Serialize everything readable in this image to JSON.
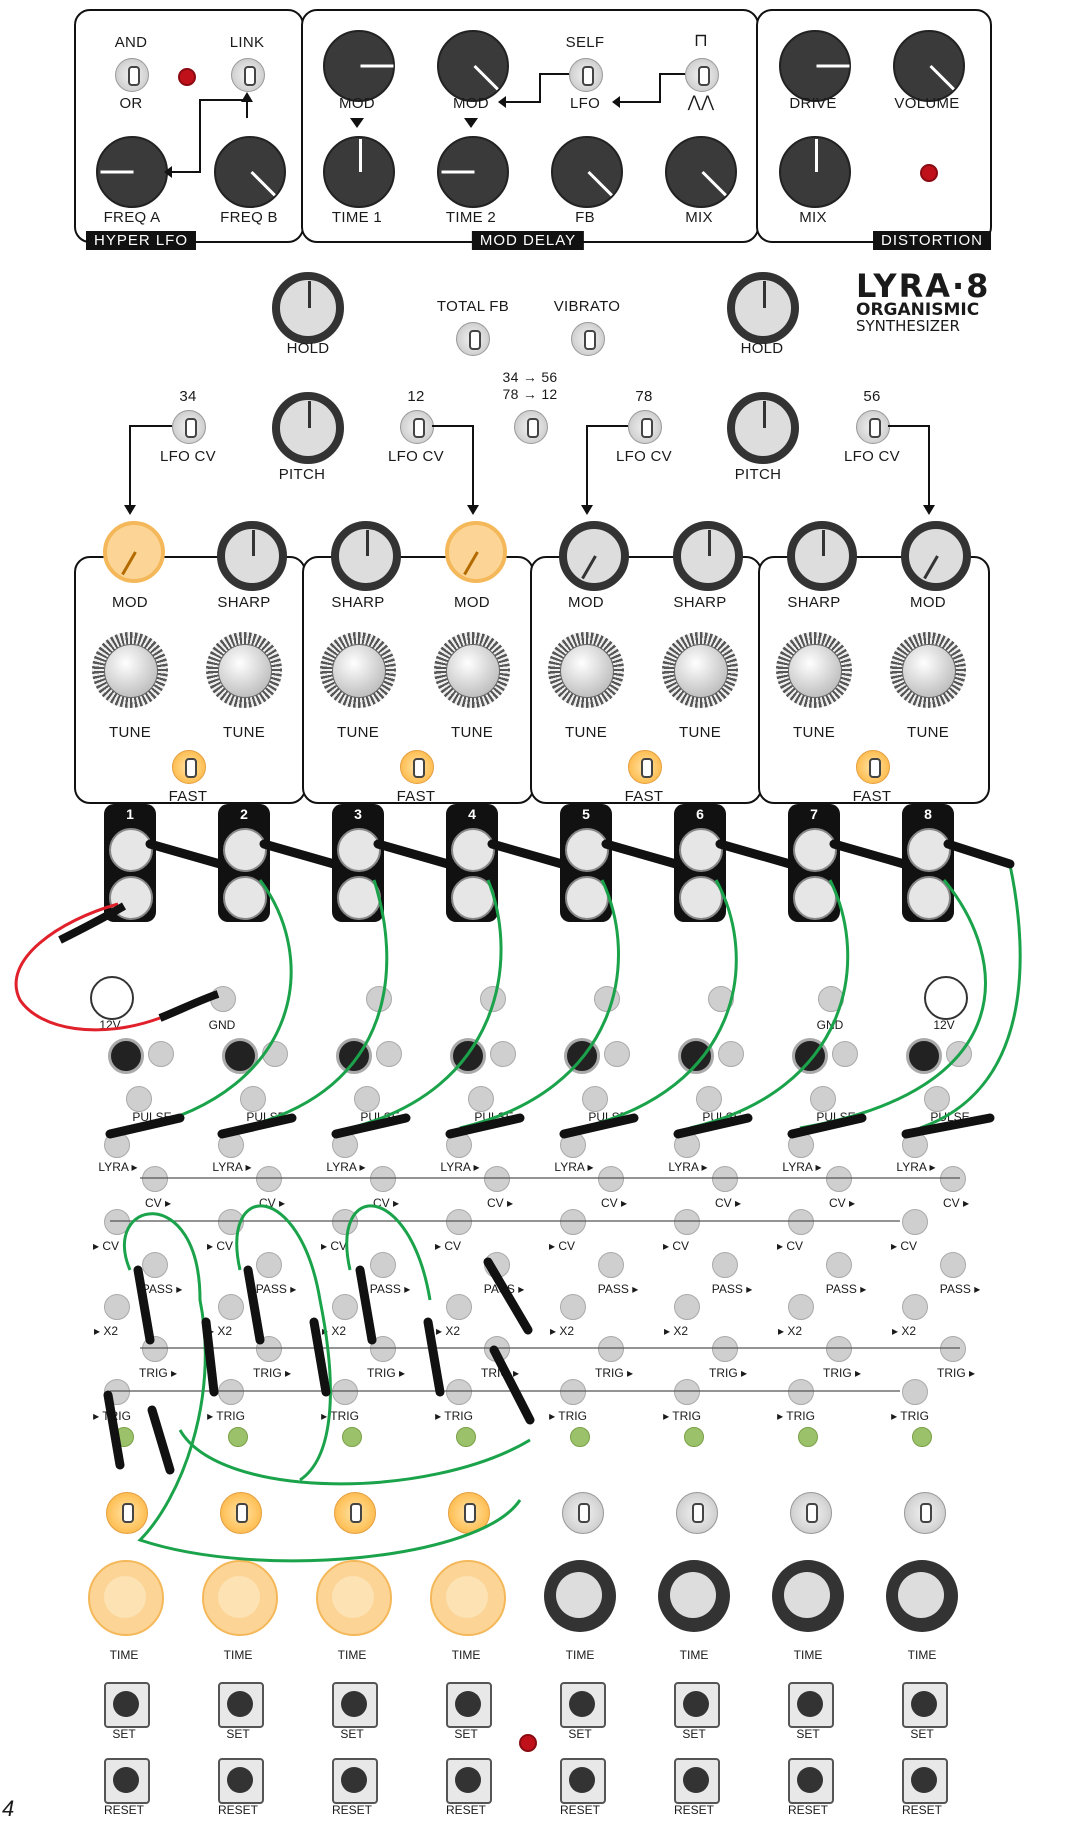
{
  "hyper_lfo": {
    "tag": "HYPER LFO",
    "and": "AND",
    "or": "OR",
    "link": "LINK",
    "freq_a": "FREQ A",
    "freq_b": "FREQ B"
  },
  "mod_delay": {
    "tag": "MOD DELAY",
    "mod1": "MOD",
    "mod2": "MOD",
    "self": "SELF",
    "lfo": "LFO",
    "time1": "TIME 1",
    "time2": "TIME 2",
    "fb": "FB",
    "mix": "MIX"
  },
  "distortion": {
    "tag": "DISTORTION",
    "drive": "DRIVE",
    "volume": "VOLUME",
    "mix": "MIX"
  },
  "center": {
    "hold": "HOLD",
    "total_fb": "TOTAL FB",
    "vibrato": "VIBRATO",
    "routing_1": "34 → 56",
    "routing_2": "78 → 12",
    "pitch": "PITCH"
  },
  "logo": {
    "name": "LYRA·8",
    "line1": "ORGANISMIC",
    "line2": "SYNTHESIZER"
  },
  "lfo_cv": [
    {
      "num": "34",
      "label": "LFO CV"
    },
    {
      "num": "12",
      "label": "LFO CV"
    },
    {
      "num": "78",
      "label": "LFO CV"
    },
    {
      "num": "56",
      "label": "LFO CV"
    }
  ],
  "voices": [
    {
      "k1": "MOD",
      "k2": "SHARP",
      "tune": "TUNE",
      "fast": "FAST"
    },
    {
      "k1": "SHARP",
      "k2": "MOD",
      "tune": "TUNE",
      "fast": "FAST"
    },
    {
      "k1": "MOD",
      "k2": "SHARP",
      "tune": "TUNE",
      "fast": "FAST"
    },
    {
      "k1": "SHARP",
      "k2": "MOD",
      "tune": "TUNE",
      "fast": "FAST"
    }
  ],
  "jack_numbers": [
    "1",
    "2",
    "3",
    "4",
    "5",
    "6",
    "7",
    "8"
  ],
  "patch_labels": {
    "v12": "12V",
    "gnd": "GND",
    "pulse": "PULSE",
    "lyra": "LYRA ▸",
    "cv_out": "CV ▸",
    "cv_in": "▸ CV",
    "pass": "PASS ▸",
    "x2": "▸ X2",
    "trig_out": "TRIG ▸",
    "trig_in": "▸ TRIG"
  },
  "sequencer": {
    "time": "TIME",
    "set": "SET",
    "reset": "RESET"
  },
  "page_number": "4",
  "colors": {
    "panel": "#111111",
    "orange": "#fcd596",
    "cable_green": "#1aa34a",
    "cable_red": "#e0202a",
    "led_red": "#c0111b"
  }
}
